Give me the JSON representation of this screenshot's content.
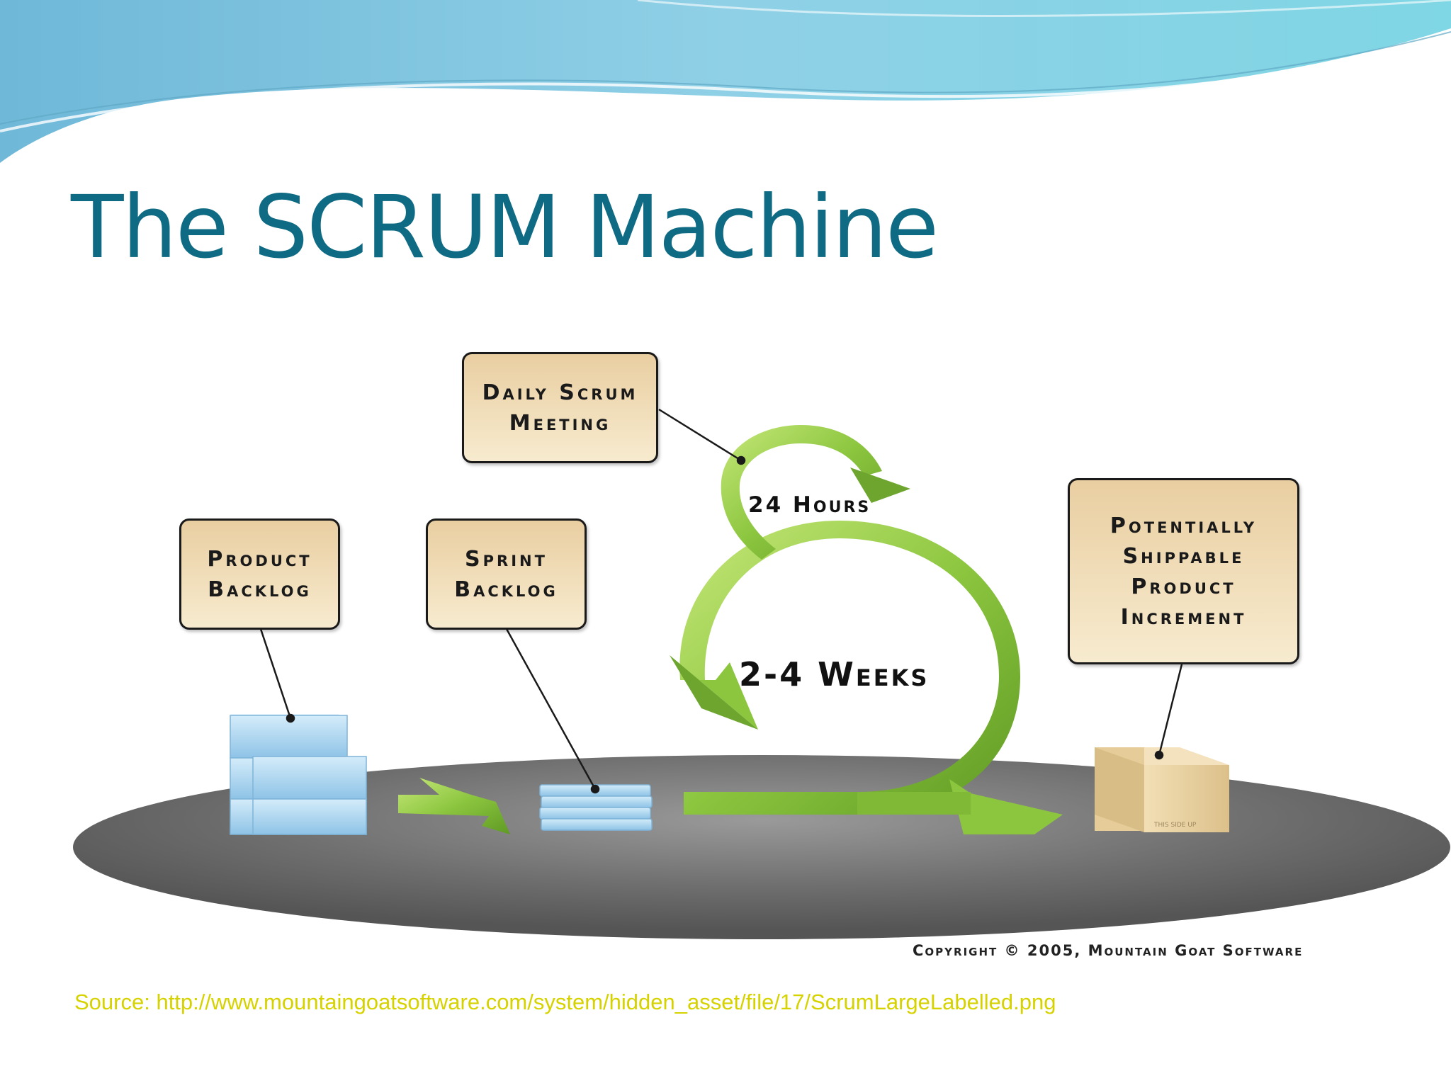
{
  "slide": {
    "title": "The SCRUM Machine",
    "source": "Source: http://www.mountaingoatsoftware.com/system/hidden_asset/file/17/ScrumLargeLabelled.png"
  },
  "diagram": {
    "labels": {
      "daily_scrum": [
        "Daily Scrum",
        "Meeting"
      ],
      "product_backlog": [
        "Product",
        "Backlog"
      ],
      "sprint_backlog": [
        "Sprint",
        "Backlog"
      ],
      "increment": [
        "Potentially",
        "Shippable",
        "Product",
        "Increment"
      ]
    },
    "small_cycle": "24 Hours",
    "large_cycle": "2-4 Weeks",
    "copyright": "Copyright © 2005, Mountain Goat Software",
    "box_marking": "THIS SIDE UP"
  },
  "colors": {
    "title": "#0f6a83",
    "source": "#d6d200",
    "header_wave": "#8fd4e4",
    "arrow_green": "#8cc63f",
    "platform": "#6e6e6e",
    "backlog_blue": "#a9d4ef",
    "label_fill": "#f0dcb4",
    "shipping_box": "#e8cf9e"
  }
}
